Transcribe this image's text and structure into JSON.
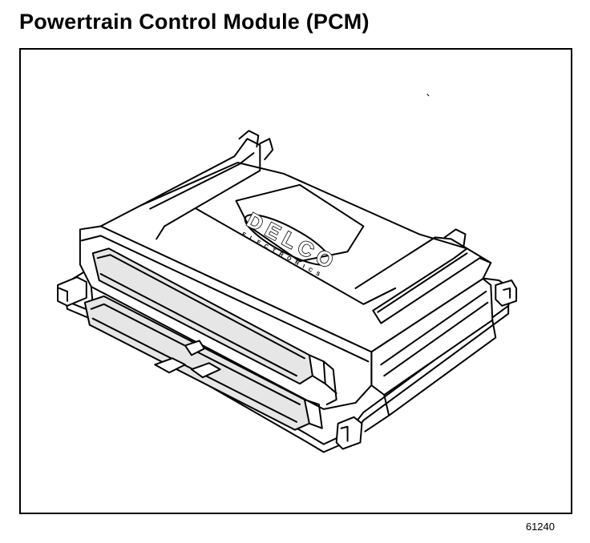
{
  "header": {
    "title": "Powertrain Control Module (PCM)"
  },
  "figure": {
    "logo_letters": [
      "D",
      "E",
      "L",
      "C",
      "O"
    ],
    "logo_subtext": "ELECTRONICS",
    "figure_number": "61240"
  },
  "colors": {
    "line": "#000000",
    "background": "#ffffff",
    "shade": "#d9d9d9"
  }
}
